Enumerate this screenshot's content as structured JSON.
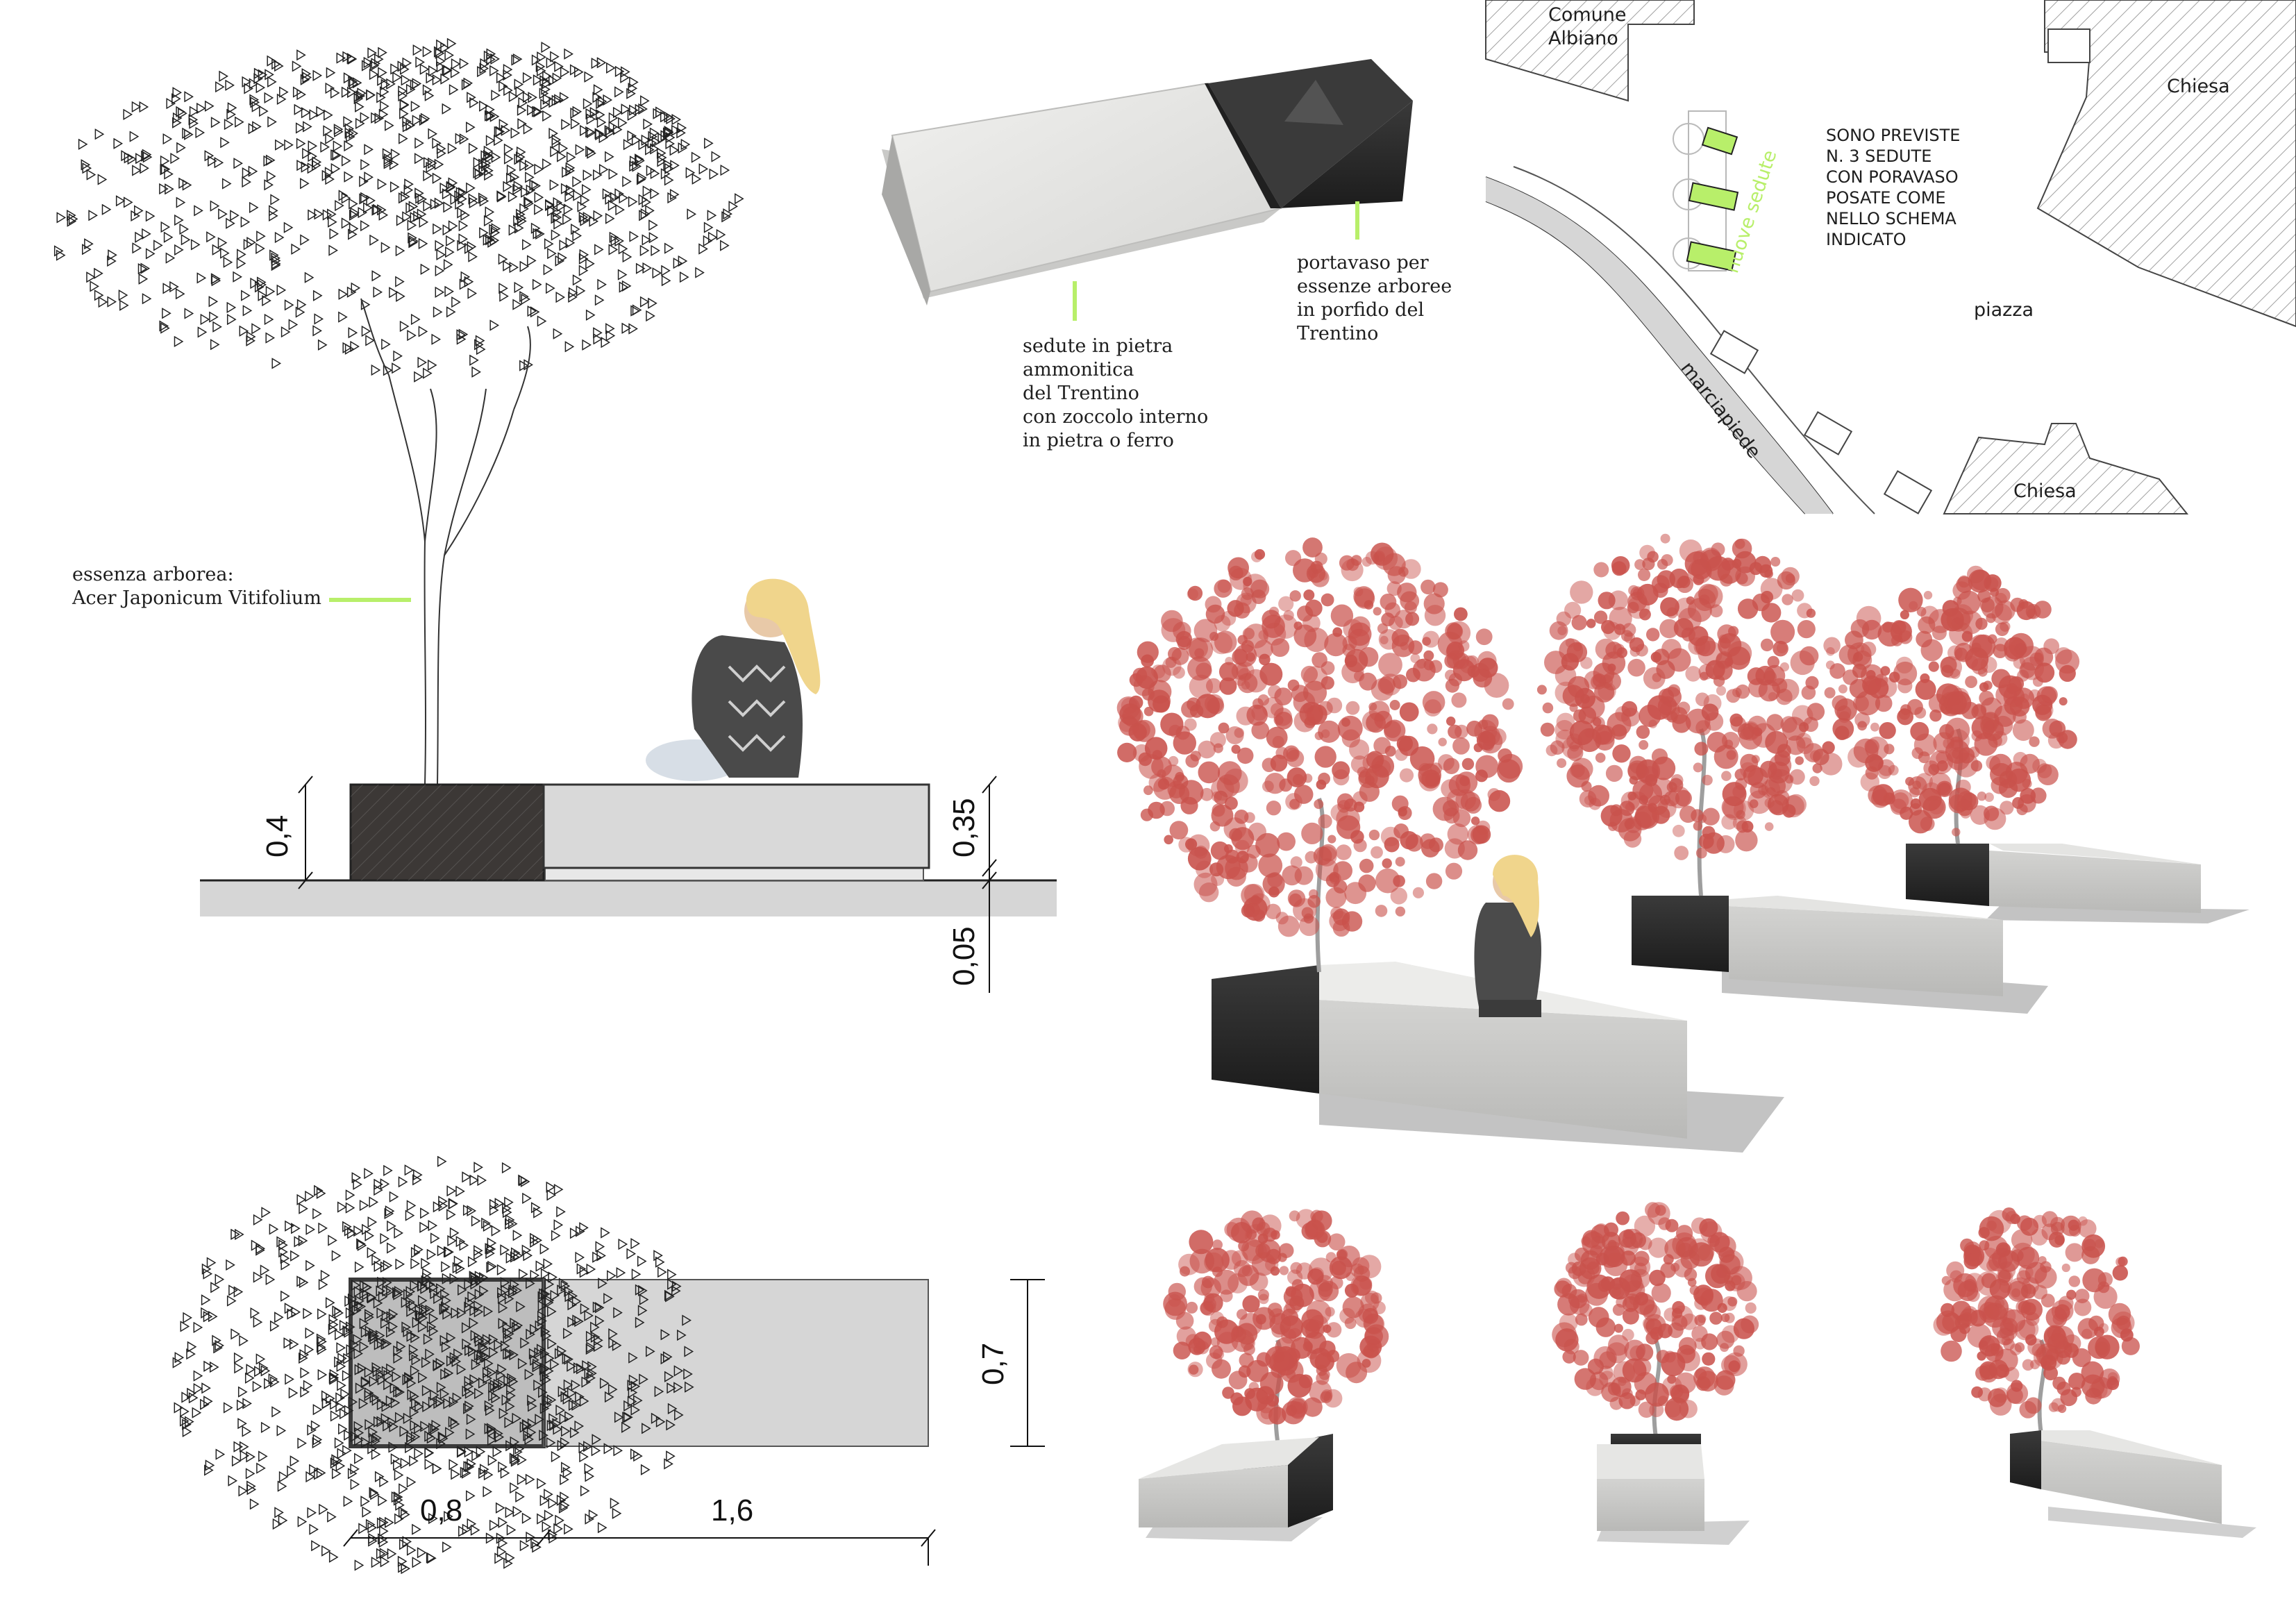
{
  "colors": {
    "accent_green": "#b8ef6a",
    "stone": "#d9d9d7",
    "porphyry": "#2b2b2b",
    "foliage": "#c9524c",
    "hatch": "#9a9a9a",
    "ground": "#dcdcdc"
  },
  "labels": {
    "seats": [
      "sedute in pietra",
      "ammonitica",
      "del Trentino",
      "con zoccolo interno",
      "in pietra o ferro"
    ],
    "planter": [
      "portavaso per",
      "essenze arboree",
      "in porfido del",
      "Trentino"
    ],
    "tree": [
      "essenza arborea:",
      "Acer Japonicum Vitifolium"
    ]
  },
  "map": {
    "comune": [
      "Comune",
      "Albiano"
    ],
    "chiesa_top": "Chiesa",
    "chiesa_bottom": "Chiesa",
    "piazza": "piazza",
    "marciapiede": "marciapiede",
    "nuove_sedute": "nuove sedute",
    "note": [
      "SONO PREVISTE",
      "N. 3 SEDUTE",
      "CON PORAVASO",
      "POSATE COME",
      "NELLO SCHEMA",
      "INDICATO"
    ]
  },
  "dimensions": {
    "planter_height": "0,4",
    "seat_height": "0,35",
    "base_height": "0,05",
    "depth": "0,7",
    "planter_length": "0,8",
    "seat_length": "1,6"
  },
  "icons": {
    "tree_elevation": "tree-elevation-icon",
    "tree_plan": "tree-canopy-plan-icon",
    "person": "seated-person-icon",
    "tree_render": "red-maple-tree-icon"
  }
}
